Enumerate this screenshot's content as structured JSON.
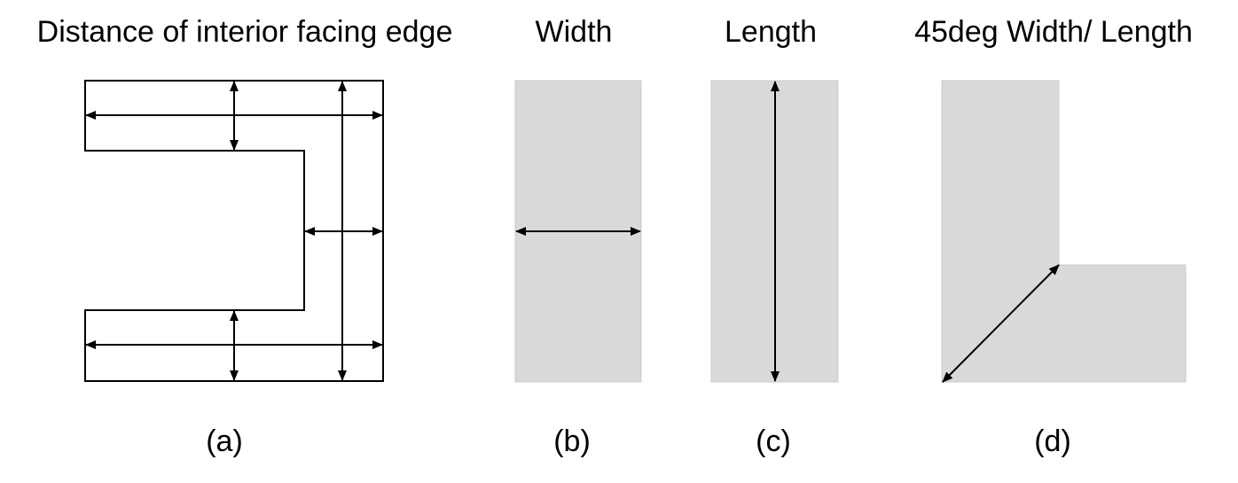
{
  "panels": [
    {
      "id": "a",
      "title": "Distance of interior facing edge",
      "caption": "(a)"
    },
    {
      "id": "b",
      "title": "Width",
      "caption": "(b)"
    },
    {
      "id": "c",
      "title": "Length",
      "caption": "(c)"
    },
    {
      "id": "d",
      "title": "45deg Width/ Length",
      "caption": "(d)"
    }
  ],
  "colors": {
    "shape_fill": "#d9d9d9",
    "shape_edge": "#c8ccd2",
    "line": "#000000"
  }
}
